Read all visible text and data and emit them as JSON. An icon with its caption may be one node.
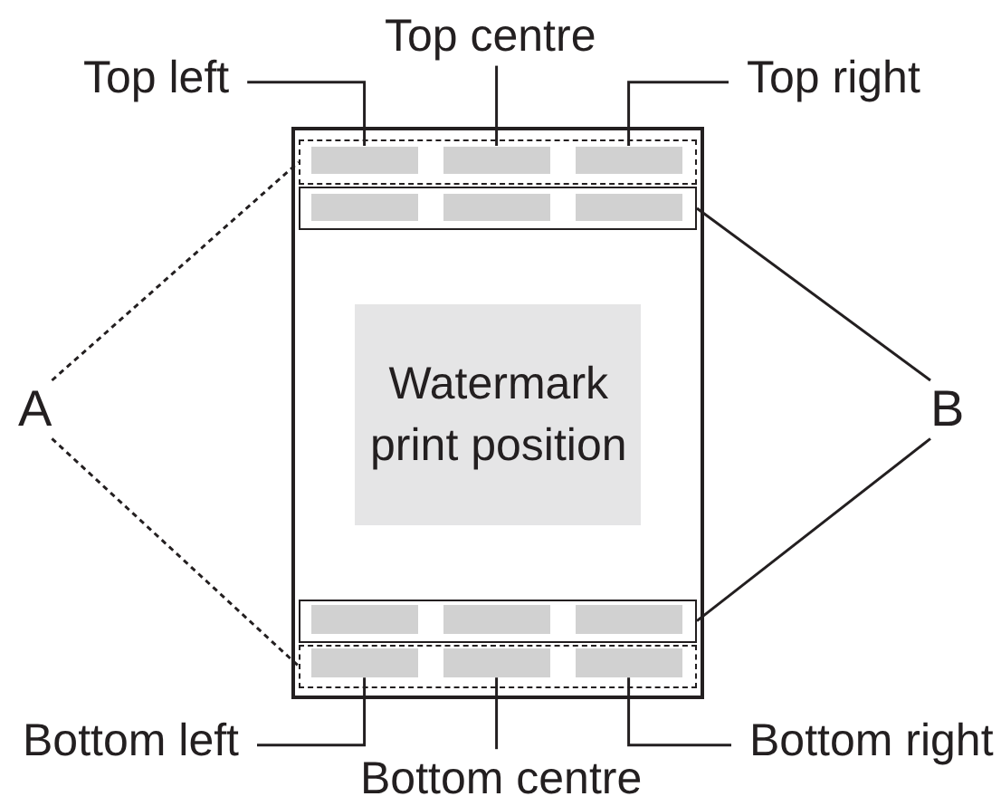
{
  "diagram": {
    "nodes": [
      {
        "text": [
          "Top left"
        ]
      },
      {
        "text": [
          "Top centre"
        ]
      },
      {
        "text": [
          "Top right"
        ]
      },
      {
        "text": [],
        "shape": "box"
      },
      {
        "text": [],
        "shape": "box",
        "in": 3
      },
      {
        "text": [],
        "shape": "bar",
        "in": 4
      },
      {
        "text": [],
        "shape": "bar",
        "in": 4
      },
      {
        "text": [],
        "shape": "bar",
        "in": 4
      },
      {
        "text": [],
        "shape": "box",
        "in": 3
      },
      {
        "text": [],
        "shape": "bar",
        "in": 8
      },
      {
        "text": [],
        "shape": "bar",
        "in": 8
      },
      {
        "text": [],
        "shape": "bar",
        "in": 8
      },
      {
        "text": [
          "A"
        ]
      },
      {
        "text": [
          "Watermark print position"
        ],
        "in": 3
      },
      {
        "text": [
          "B"
        ]
      },
      {
        "text": [],
        "shape": "box",
        "in": 3
      },
      {
        "text": [],
        "shape": "bar",
        "in": 15
      },
      {
        "text": [],
        "shape": "bar",
        "in": 15
      },
      {
        "text": [],
        "shape": "bar",
        "in": 15
      },
      {
        "text": [],
        "shape": "box",
        "in": 3
      },
      {
        "text": [],
        "shape": "bar",
        "in": 19
      },
      {
        "text": [],
        "shape": "bar",
        "in": 19
      },
      {
        "text": [],
        "shape": "bar",
        "in": 19
      },
      {
        "text": [
          "Bottom left"
        ]
      },
      {
        "text": [
          "Bottom centre"
        ]
      },
      {
        "text": [
          "Bottom right"
        ]
      }
    ],
    "edges": [
      {
        "from": 0,
        "to": 5,
        "arrow": "none"
      },
      {
        "from": 1,
        "to": 6,
        "arrow": "none"
      },
      {
        "from": 2,
        "to": 7,
        "arrow": "none"
      },
      {
        "from": 12,
        "to": 4,
        "arrow": "none",
        "style": "dashed"
      },
      {
        "from": 12,
        "to": 19,
        "arrow": "none",
        "style": "dashed"
      },
      {
        "from": 14,
        "to": 8,
        "arrow": "none"
      },
      {
        "from": 14,
        "to": 15,
        "arrow": "none"
      },
      {
        "from": 23,
        "to": 20,
        "arrow": "none"
      },
      {
        "from": 24,
        "to": 21,
        "arrow": "none"
      },
      {
        "from": 25,
        "to": 22,
        "arrow": "none"
      }
    ]
  }
}
